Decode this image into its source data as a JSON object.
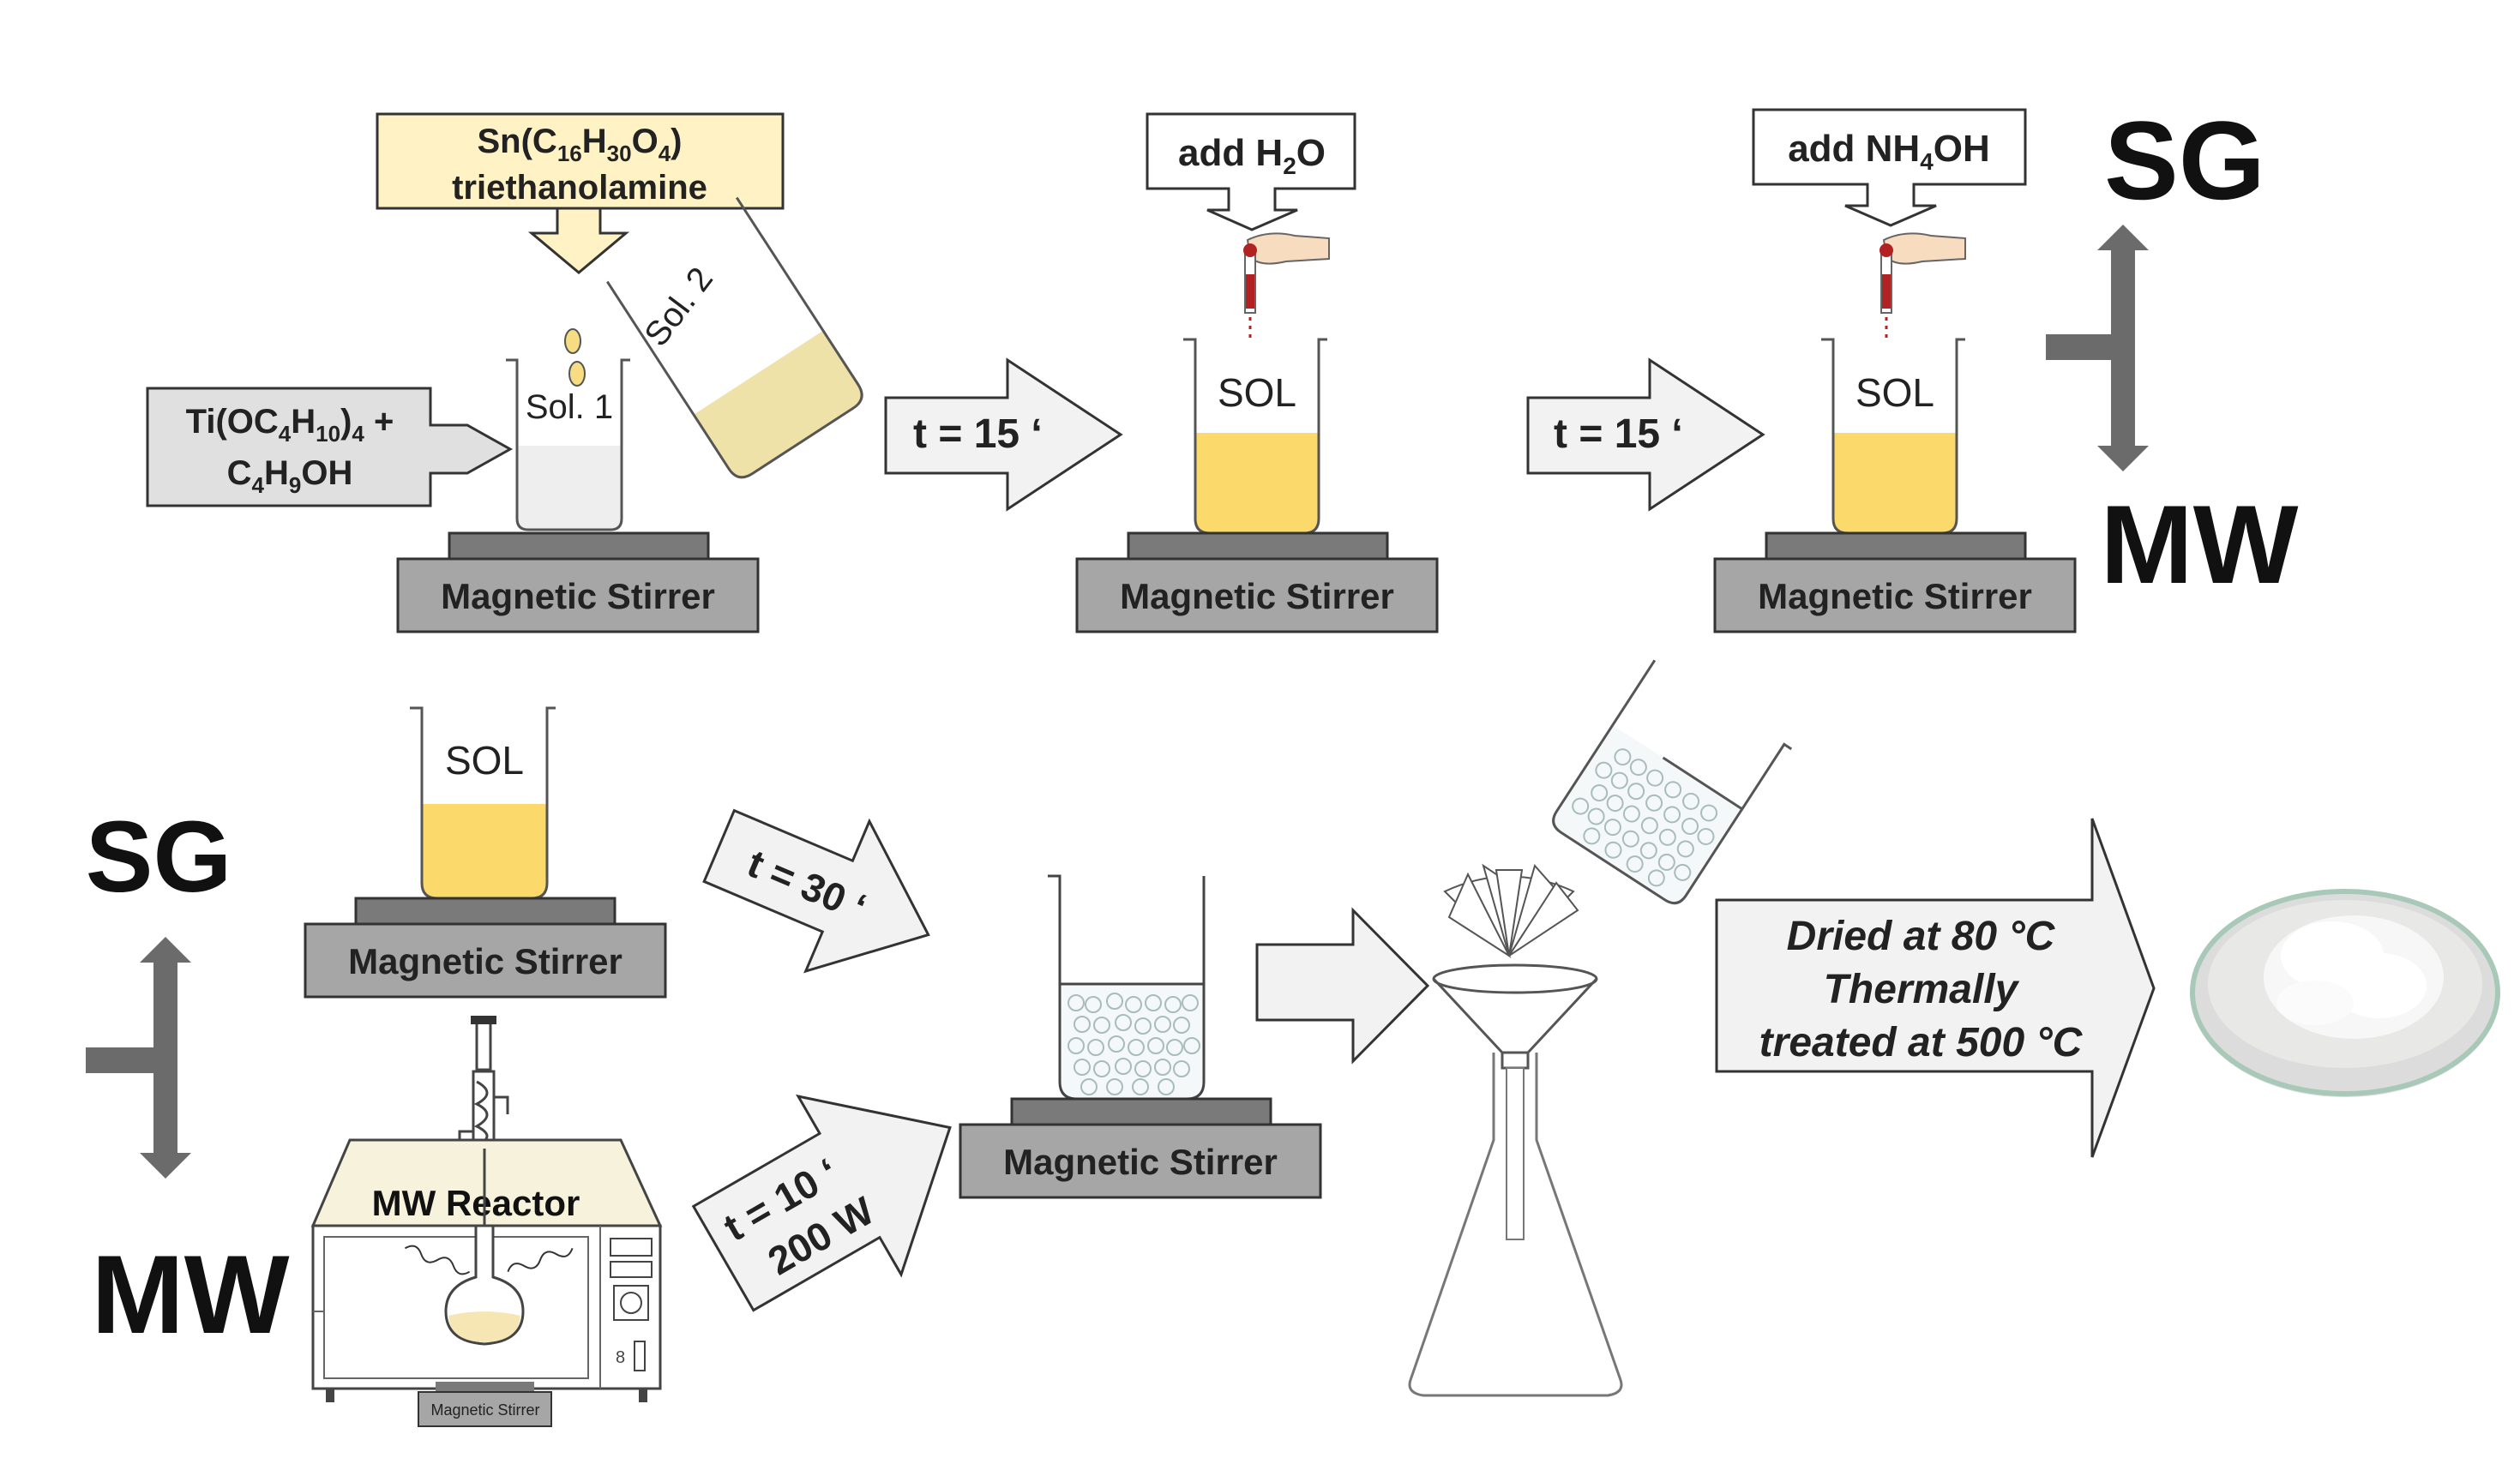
{
  "labels": {
    "reagent_sn_formula_main": "Sn(C",
    "reagent_sn_sub1": "16",
    "reagent_sn_h": "H",
    "reagent_sn_sub2": "30",
    "reagent_sn_o": "O",
    "reagent_sn_sub3": "4",
    "reagent_sn_close": ")",
    "reagent_sn_line2": "triethanolamine",
    "reagent_ti_a": "Ti(OC",
    "reagent_ti_sub1": "4",
    "reagent_ti_h": "H",
    "reagent_ti_sub2": "10",
    "reagent_ti_close": ")",
    "reagent_ti_sub3": "4",
    "reagent_ti_plus": " +",
    "reagent_ti_c": "C",
    "reagent_ti_sub4": "4",
    "reagent_ti_h2": "H",
    "reagent_ti_sub5": "9",
    "reagent_ti_oh": "OH",
    "sol1": "Sol. 1",
    "sol2": "Sol. 2",
    "sol": "SOL",
    "add_h2o_a": "add H",
    "add_h2o_sub": "2",
    "add_h2o_b": "O",
    "add_nh4oh_a": "add NH",
    "add_nh4oh_sub": "4",
    "add_nh4oh_b": "OH",
    "t15": "t = 15 ‘",
    "t30": "t = 30 ‘",
    "t10_line1": "t = 10 ‘",
    "t10_line2": "200 W",
    "magnetic_stirrer": "Magnetic Stirrer",
    "sg": "SG",
    "mw": "MW",
    "mw_reactor": "MW Reactor",
    "dried_line1": "Dried at 80  °C",
    "dried_line2": "Thermally",
    "dried_line3": "treated at 500  °C"
  },
  "colors": {
    "liquid_yellow": "#fbd96a",
    "sol2_liquid": "#eee2a8",
    "reagent_box_yellow": "#fff2c4",
    "reagent_box_grey": "#e0e0e0",
    "stirrer_grey": "#8c8c8c",
    "arrow_fill": "#f2f2f2",
    "dark_arrow": "#6b6b6b"
  }
}
